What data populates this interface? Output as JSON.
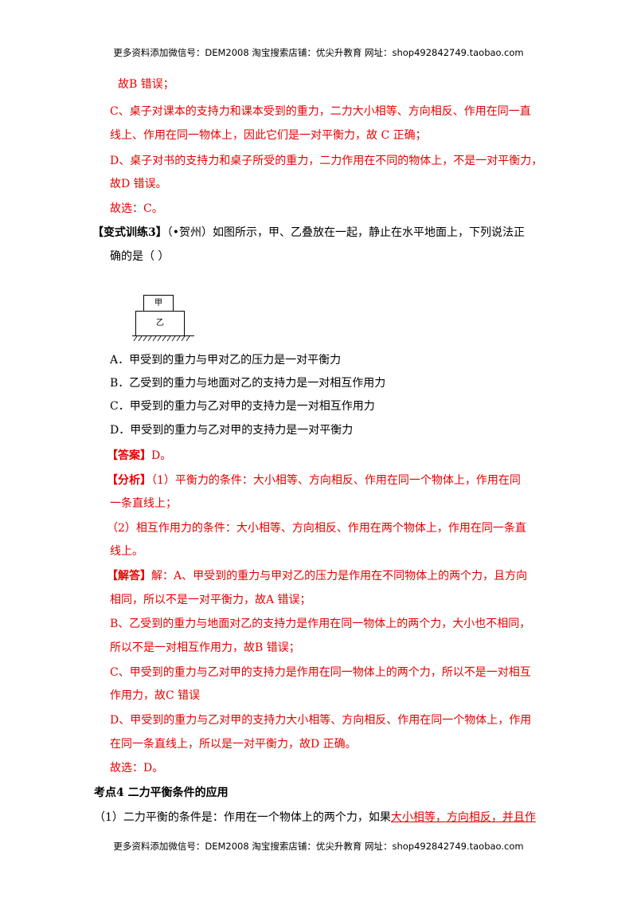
{
  "header": {
    "text": "更多资料添加微信号：DEM2008    淘宝搜索店铺：优尖升教育  网址：shop492842749.taobao.com"
  },
  "footer": {
    "text": "更多资料添加微信号：DEM2008    淘宝搜索店铺：优尖升教育  网址：shop492842749.taobao.com"
  },
  "prev": {
    "l1": "故B 错误；",
    "l2": "C、桌子对课本的支持力和课本受到的重力，二力大小相等、方向相反、作用在同一直",
    "l3": "线上、作用在同一物体上，因此它们是一对平衡力，故 C 正确；",
    "l4": "D、桌子对书的支持力和桌子所受的重力，二力作用在不同的物体上，不是一对平衡力，",
    "l5": "故D 错误。",
    "l6": "故选：C。"
  },
  "question": {
    "tag": "【变式训练3】",
    "l1": "（•贺州）如图所示，甲、乙叠放在一起，静止在水平地面上，下列说法正",
    "l2": "确的是（      ）",
    "fig_top": "甲",
    "fig_bottom": "乙",
    "optA": "A．甲受到的重力与甲对乙的压力是一对平衡力",
    "optB": "B．乙受到的重力与地面对乙的支持力是一对相互作用力",
    "optC": "C．甲受到的重力与乙对甲的支持力是一对相互作用力",
    "optD": "D．甲受到的重力与乙对甲的支持力是一对平衡力"
  },
  "answer": {
    "ans_tag": "【答案】",
    "ans": "D。",
    "ana_tag": "【分析】",
    "ana1": "（1）平衡力的条件：大小相等、方向相反、作用在同一个物体上，作用在同",
    "ana2": "一条直线上；",
    "ana3": "（2）相互作用力的条件：大小相等、方向相反、作用在两个物体上，作用在同一条直",
    "ana4": "线上。",
    "sol_tag": "【解答】",
    "sol1": "解：A、甲受到的重力与甲对乙的压力是作用在不同物体上的两个力，且方向",
    "sol2": "相同，所以不是一对平衡力，故A 错误；",
    "sol3": "B、乙受到的重力与地面对乙的支持力是作用在同一物体上的两个力，大小也不相同，",
    "sol4": "所以不是一对相互作用力，故B 错误；",
    "sol5": "C、甲受到的重力与乙对甲的支持力是作用在同一物体上的两个力，所以不是一对相互",
    "sol6": "作用力，故C 错误",
    "sol7": "D、甲受到的重力与乙对甲的支持力大小相等、方向相反、作用在同一个物体上，作用",
    "sol8": "在同一条直线上，所以是一对平衡力，故D 正确。",
    "sel": "故选：D。"
  },
  "section": {
    "title": "考点4    二力平衡条件的应用",
    "l1": "（1）二力平衡的条件是：作用在一个物体上的两个力，如果",
    "l1_u": "大小相等，方向相反，并且作"
  }
}
